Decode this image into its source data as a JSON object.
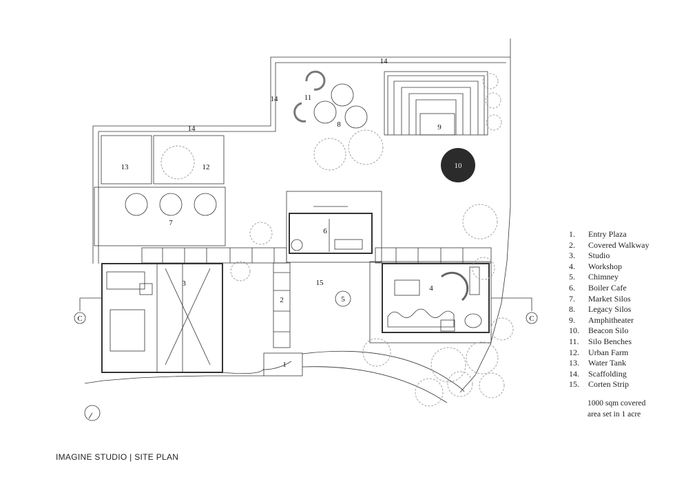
{
  "caption": "IMAGINE STUDIO | SITE PLAN",
  "legend": [
    {
      "n": "1.",
      "label": "Entry Plaza"
    },
    {
      "n": "2.",
      "label": "Covered Walkway"
    },
    {
      "n": "3.",
      "label": "Studio"
    },
    {
      "n": "4.",
      "label": "Workshop"
    },
    {
      "n": "5.",
      "label": "Chimney"
    },
    {
      "n": "6.",
      "label": "Boiler Cafe"
    },
    {
      "n": "7.",
      "label": "Market Silos"
    },
    {
      "n": "8.",
      "label": "Legacy Silos"
    },
    {
      "n": "9.",
      "label": "Amphitheater"
    },
    {
      "n": "10.",
      "label": "Beacon Silo"
    },
    {
      "n": "11.",
      "label": "Silo Benches"
    },
    {
      "n": "12.",
      "label": "Urban Farm"
    },
    {
      "n": "13.",
      "label": "Water Tank"
    },
    {
      "n": "14.",
      "label": "Scaffolding"
    },
    {
      "n": "15.",
      "label": "Corten Strip"
    }
  ],
  "note": [
    "1000 sqm covered",
    "area set in 1 acre"
  ],
  "plan_labels": {
    "l1": "1",
    "l2": "2",
    "l3": "3",
    "l4": "4",
    "l5": "5",
    "l6": "6",
    "l7": "7",
    "l8": "8",
    "l9": "9",
    "l10": "10",
    "l11": "11",
    "l12": "12",
    "l13": "13",
    "l14a": "14",
    "l14b": "14",
    "l14c": "14",
    "l15": "15",
    "sectionLeft": "C",
    "sectionRight": "C"
  },
  "colors": {
    "line": "#333333",
    "fill_beacon": "#2b2b2b",
    "tree": "#9a9a9a"
  },
  "icons": [
    "north-arrow-icon",
    "section-marker-icon",
    "tree-icon",
    "silo-icon",
    "spiral-stair-icon"
  ]
}
